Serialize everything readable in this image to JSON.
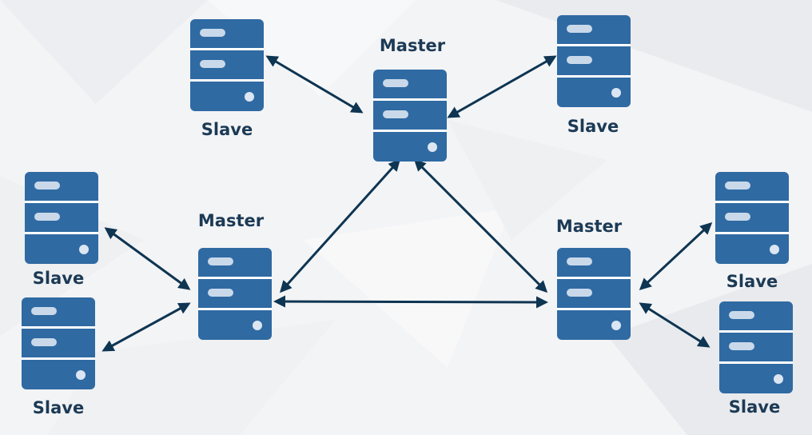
{
  "colors": {
    "server_body": "#2f6aa3",
    "server_divider": "#ffffff",
    "server_slot": "#c9d9ea",
    "server_dot": "#dbe6f2",
    "link": "#0e3552",
    "label": "#1c3a55"
  },
  "nodes": [
    {
      "id": "master-top",
      "role": "Master"
    },
    {
      "id": "master-left",
      "role": "Master"
    },
    {
      "id": "master-right",
      "role": "Master"
    },
    {
      "id": "slave-top-left",
      "role": "Slave"
    },
    {
      "id": "slave-top-right",
      "role": "Slave"
    },
    {
      "id": "slave-left-upper",
      "role": "Slave"
    },
    {
      "id": "slave-left-lower",
      "role": "Slave"
    },
    {
      "id": "slave-right-upper",
      "role": "Slave"
    },
    {
      "id": "slave-right-lower",
      "role": "Slave"
    }
  ],
  "links": [
    {
      "from": "master-top",
      "to": "master-left"
    },
    {
      "from": "master-top",
      "to": "master-right"
    },
    {
      "from": "master-left",
      "to": "master-right"
    },
    {
      "from": "master-top",
      "to": "slave-top-left"
    },
    {
      "from": "master-top",
      "to": "slave-top-right"
    },
    {
      "from": "master-left",
      "to": "slave-left-upper"
    },
    {
      "from": "master-left",
      "to": "slave-left-lower"
    },
    {
      "from": "master-right",
      "to": "slave-right-upper"
    },
    {
      "from": "master-right",
      "to": "slave-right-lower"
    }
  ]
}
